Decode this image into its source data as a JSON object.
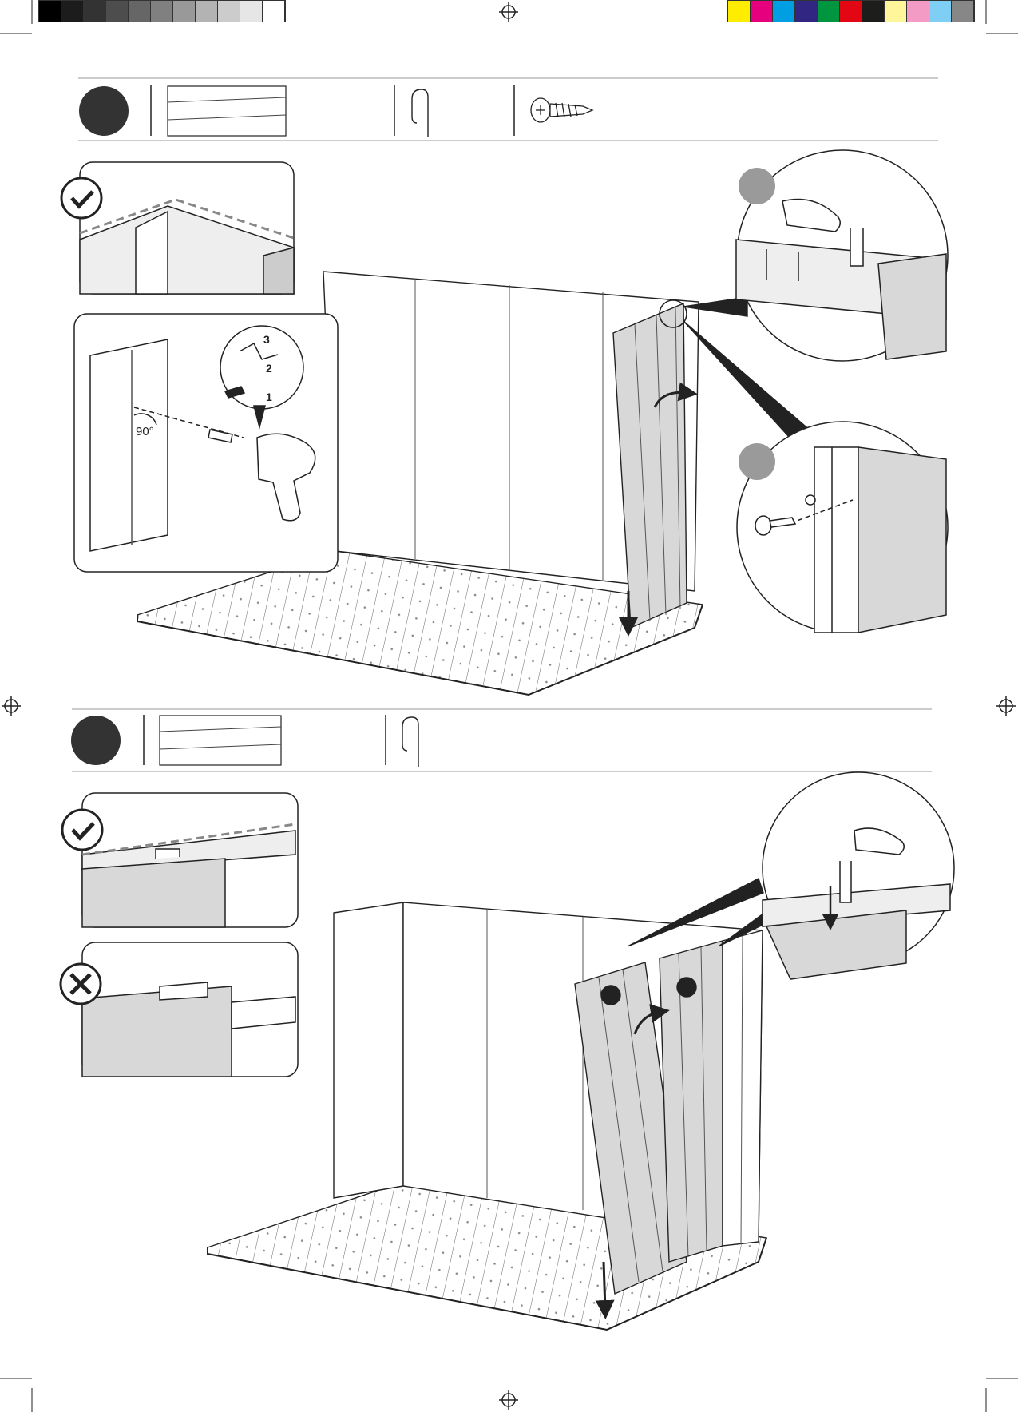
{
  "colors": {
    "line": "#222222",
    "panel_fill": "#d8d8d8",
    "step_badge": "#333333",
    "callout_dot": "#9a9a9a",
    "grayscale_swatches": [
      "#000000",
      "#1c1c1c",
      "#333333",
      "#4d4d4d",
      "#666666",
      "#808080",
      "#999999",
      "#b3b3b3",
      "#cccccc",
      "#e6e6e6",
      "#ffffff"
    ],
    "process_swatches": [
      "#ffed00",
      "#e6007e",
      "#009fe3",
      "#312783",
      "#009640",
      "#e30613",
      "#1d1d1b",
      "#fff59b",
      "#f39bc4",
      "#7fcff4",
      "#878787"
    ]
  },
  "steps": [
    {
      "parts_icons": [
        "wall-panel-icon",
        "connector-clip-icon",
        "screw-icon"
      ]
    },
    {
      "parts_icons": [
        "wall-panel-icon",
        "connector-clip-icon"
      ]
    }
  ],
  "screw_detail": {
    "angle_label": "90°",
    "drill_settings": [
      "1",
      "2",
      "3"
    ]
  }
}
